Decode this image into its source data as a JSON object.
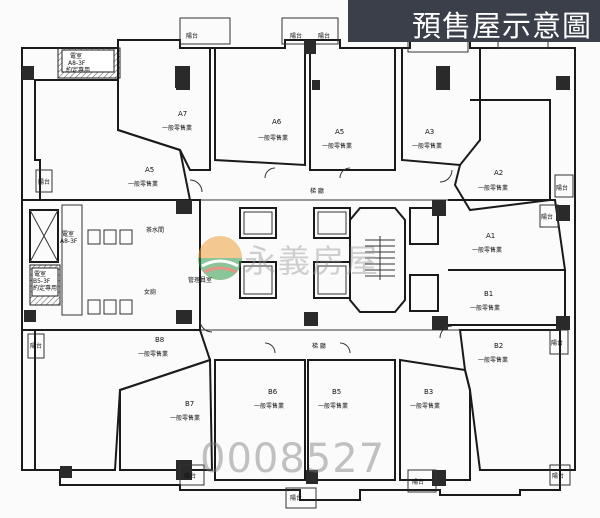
{
  "title": "預售屋示意圖",
  "watermark": "0008527",
  "logo_text": "永義房屋",
  "colors": {
    "title_bg": "#3a3f4a",
    "logo_green": "#2e9a4c",
    "logo_orange": "#f0a03c",
    "logo_red": "#d8402a"
  },
  "units": [
    {
      "code": "A7",
      "desc": "一般零售業"
    },
    {
      "code": "A6",
      "desc": "一般零售業"
    },
    {
      "code": "A5",
      "desc": "一般零售業"
    },
    {
      "code": "A3",
      "desc": "一般零售業"
    },
    {
      "code": "A5",
      "desc": "一般零售業"
    },
    {
      "code": "A2",
      "desc": "一般零售業"
    },
    {
      "code": "A1",
      "desc": "一般零售業"
    },
    {
      "code": "B1",
      "desc": "一般零售業"
    },
    {
      "code": "B2",
      "desc": "一般零售業"
    },
    {
      "code": "B8",
      "desc": "一般零售業"
    },
    {
      "code": "B7",
      "desc": "一般零售業"
    },
    {
      "code": "B6",
      "desc": "一般零售業"
    },
    {
      "code": "B5",
      "desc": "一般零售業"
    },
    {
      "code": "B3",
      "desc": "一般零售業"
    }
  ],
  "balcony_label": "陽台",
  "corridor_label": "梯 廳",
  "special_rooms": {
    "top_left": {
      "name": "電室",
      "sub1": "A8-3F",
      "sub2": "約定專用"
    },
    "mid_left": {
      "name": "電室",
      "sub1": "B5-3F",
      "sub2": "約定專用"
    },
    "shaft_label": {
      "name": "電室",
      "sub1": "A8-3F"
    },
    "lobby": "管理員室",
    "pantry": "茶水間",
    "toilet": "女廁"
  }
}
